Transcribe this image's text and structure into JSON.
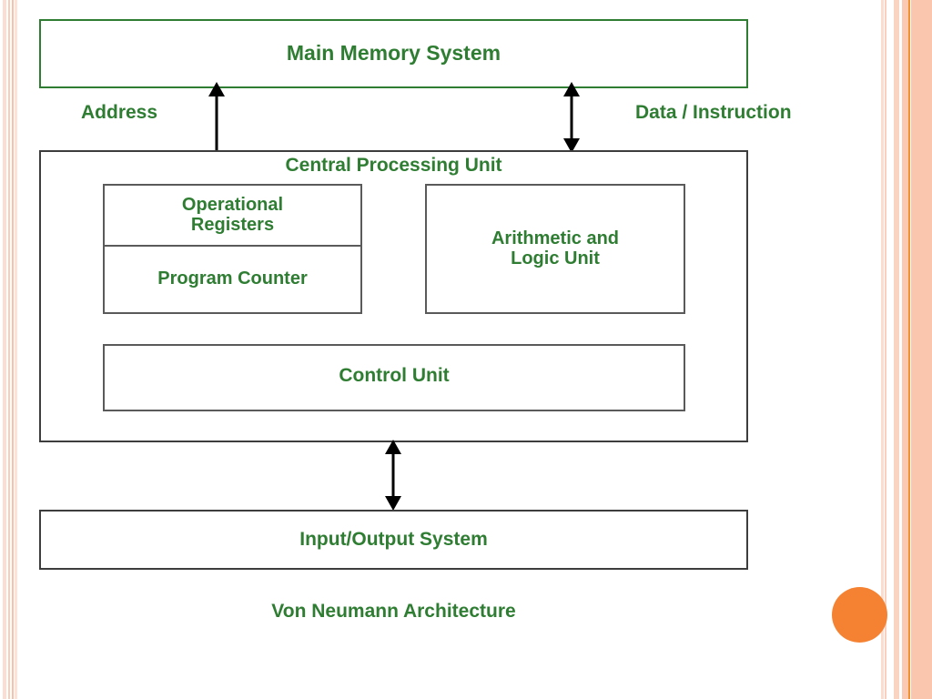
{
  "diagram": {
    "caption": "Von Neumann Architecture",
    "colors": {
      "label_green": "#2e7d32",
      "box_border_green": "#2e7d32",
      "box_border_dark": "#3d3d3d",
      "box_border_gray": "#5a5a5a",
      "arrow_black": "#000000",
      "accent_orange": "#f58232",
      "strip_peach": "#fbc6ae",
      "strip_orange_line": "#f0922f",
      "background": "#ffffff"
    },
    "blocks": {
      "main_memory": "Main Memory System",
      "cpu_title": "Central Processing Unit",
      "operational_registers": "Operational\nRegisters",
      "program_counter": "Program Counter",
      "alu": "Arithmetic and\nLogic Unit",
      "control_unit": "Control Unit",
      "io_system": "Input/Output System"
    },
    "connections": {
      "address": "Address",
      "data_instruction": "Data / Instruction"
    },
    "arrows": [
      {
        "name": "address-arrow",
        "direction": "up",
        "heads": 1,
        "from": "Central Processing Unit",
        "to": "Main Memory System"
      },
      {
        "name": "data-instruction-arrow",
        "direction": "bidirectional",
        "heads": 2,
        "from": "Central Processing Unit",
        "to": "Main Memory System"
      },
      {
        "name": "cpu-io-arrow",
        "direction": "bidirectional",
        "heads": 2,
        "from": "Central Processing Unit",
        "to": "Input/Output System"
      }
    ]
  }
}
